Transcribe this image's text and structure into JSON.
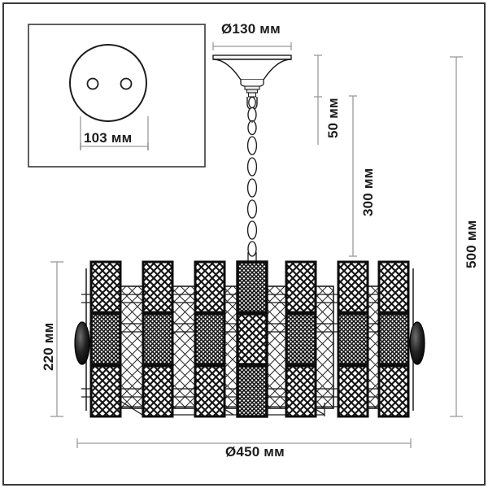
{
  "drawing": {
    "title": "Chandelier dimension drawing",
    "units": "мм",
    "line_color": "#9a9a9a",
    "ink_color": "#1d1d1d",
    "border_color": "#3a3a3a",
    "background": "#ffffff"
  },
  "dimensions": {
    "canopy_diameter": "Ø130 мм",
    "canopy_drop": "50 мм",
    "chain_length": "300 мм",
    "total_height": "500 мм",
    "shade_height": "220 мм",
    "shade_diameter": "Ø450 мм",
    "mount_plate_width": "103 мм"
  },
  "detail_panel": {
    "name": "ceiling-mount-plate-detail",
    "label": "103 мм",
    "hole_count": 2
  },
  "fixture": {
    "type": "crystal-rod-chandelier",
    "tiers": 3,
    "front_rod_count": 7,
    "back_rod_count": 6,
    "chain_links": 7,
    "finials": 2
  }
}
